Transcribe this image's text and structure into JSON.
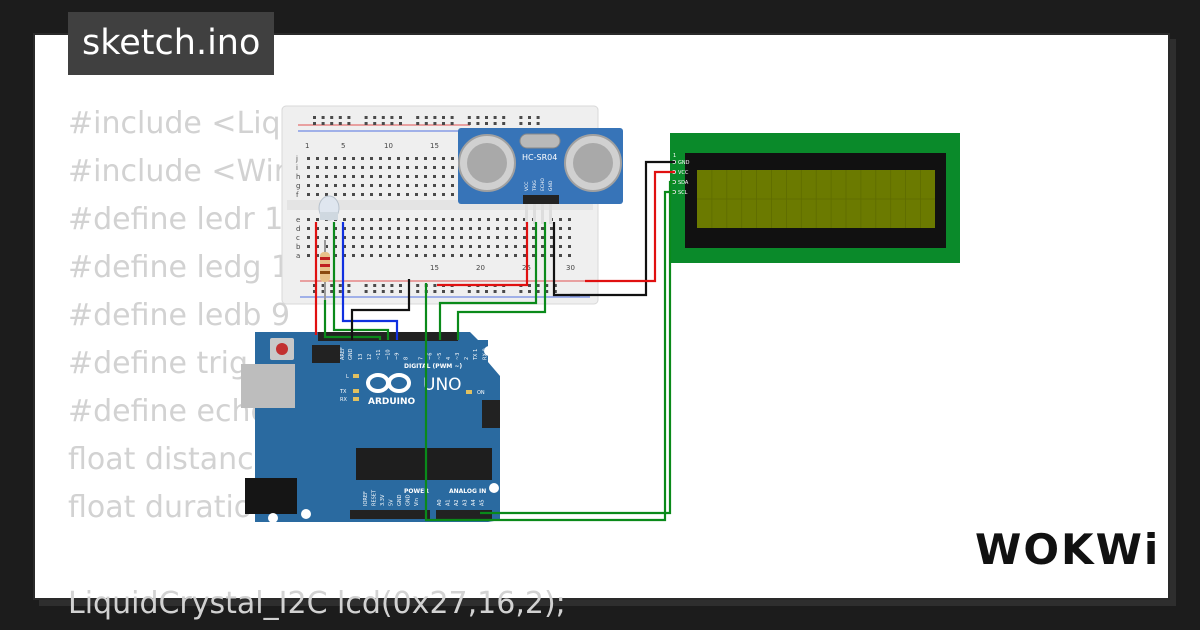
{
  "title": "sketch.ino",
  "code_lines": [
    "#include <Liqu",
    "#include <Wire",
    "#define ledr 1",
    "#define ledg 1",
    "#define ledb 9",
    "#define trig",
    "#define echo",
    "float distanc",
    "float duratio",
    "",
    "LiquidCrystal_I2C lcd(0x27,16,2);"
  ],
  "breadboard": {
    "numbers_top": [
      "1",
      "5",
      "10",
      "15"
    ],
    "numbers_bottom": [
      "15",
      "20",
      "25",
      "30"
    ],
    "rows_top": [
      "j",
      "i",
      "h",
      "g",
      "f"
    ],
    "rows_bottom": [
      "e",
      "d",
      "c",
      "b",
      "a"
    ]
  },
  "ultrasonic": {
    "label": "HC-SR04",
    "pins": [
      "VCC",
      "TRIG",
      "ECHO",
      "GND"
    ]
  },
  "lcd": {
    "pins": [
      "GND",
      "VCC",
      "SDA",
      "SCL"
    ],
    "pin1": "1"
  },
  "arduino": {
    "model": "UNO",
    "brand": "ARDUINO",
    "digital_label": "DIGITAL (PWM ~)",
    "power_label": "POWER",
    "analog_label": "ANALOG IN",
    "aref": "AREF",
    "gnd": "GND",
    "led_labels": [
      "L",
      "TX",
      "RX"
    ],
    "on_label": "ON",
    "power_pins": [
      "IOREF",
      "RESET",
      "3.3V",
      "5V",
      "GND",
      "GND",
      "Vin"
    ],
    "analog_pins": [
      "A0",
      "A1",
      "A2",
      "A3",
      "A4",
      "A5"
    ],
    "digital_pins": [
      "13",
      "12",
      "~11",
      "~10",
      "~9",
      "8",
      "7",
      "~6",
      "~5",
      "4",
      "~3",
      "2",
      "TX 1",
      "RX 0"
    ]
  },
  "logo": "WOKWi",
  "colors": {
    "arduino_blue": "#2a6aa0",
    "lcd_green": "#0a8a2a",
    "lcd_screen": "#6b7a00",
    "sensor_blue": "#3774b8",
    "wire_red": "#e01010",
    "wire_green": "#0a8a1a",
    "wire_blue": "#1030e0",
    "wire_black": "#111111"
  }
}
